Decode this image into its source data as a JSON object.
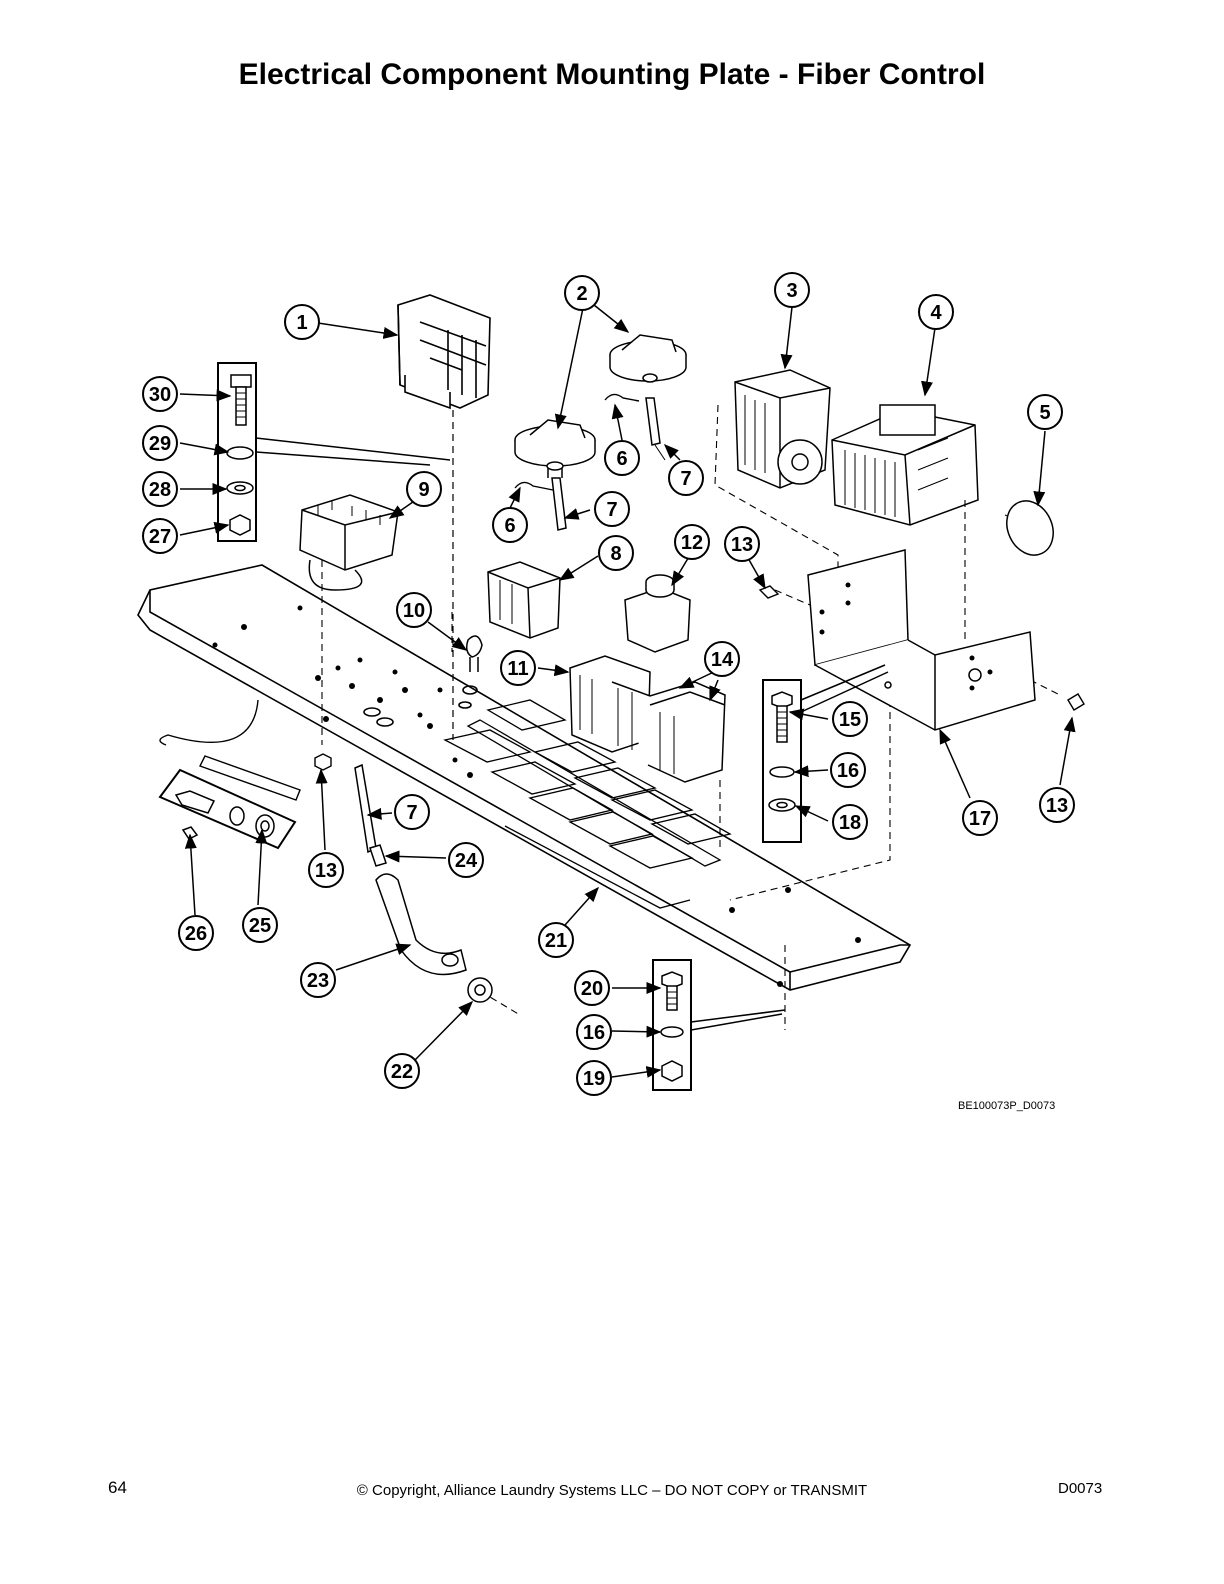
{
  "title": "Electrical Component Mounting Plate - Fiber Control",
  "figure_ref": "BE100073P_D0073",
  "footer": {
    "page_number": "64",
    "copyright": "© Copyright, Alliance Laundry Systems LLC – DO NOT COPY or TRANSMIT",
    "doc_code": "D0073"
  },
  "callouts": [
    "1",
    "2",
    "3",
    "4",
    "5",
    "6",
    "6",
    "7",
    "7",
    "7",
    "8",
    "9",
    "10",
    "11",
    "12",
    "13",
    "13",
    "13",
    "14",
    "15",
    "16",
    "16",
    "17",
    "18",
    "19",
    "20",
    "21",
    "22",
    "23",
    "24",
    "25",
    "26",
    "27",
    "28",
    "29",
    "30"
  ]
}
